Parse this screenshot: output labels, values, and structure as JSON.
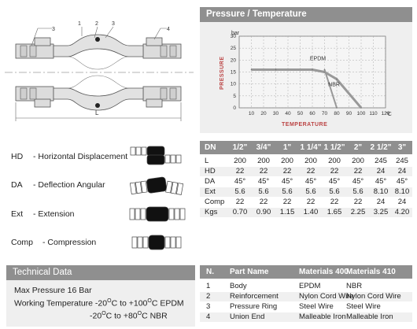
{
  "drawing": {
    "callouts": [
      "3",
      "1",
      "2",
      "3",
      "4"
    ],
    "length_label": "L"
  },
  "pressure_temperature": {
    "title": "Pressure / Temperature",
    "y_unit": "bar",
    "y_axis_label": "PRESSURE",
    "x_axis_label": "TEMPERATURE",
    "x_unit": "°C",
    "chart_data": {
      "type": "line",
      "xlabel": "TEMPERATURE",
      "ylabel": "PRESSURE",
      "x_ticks": [
        10,
        20,
        30,
        40,
        50,
        60,
        70,
        80,
        90,
        100,
        110,
        120
      ],
      "y_ticks": [
        0,
        5,
        10,
        15,
        20,
        25,
        30
      ],
      "xlim": [
        10,
        120
      ],
      "ylim": [
        0,
        30
      ],
      "grid": true,
      "series": [
        {
          "name": "EPDM",
          "x": [
            10,
            30,
            60,
            70,
            80,
            100
          ],
          "y": [
            16,
            16,
            16,
            15,
            12,
            0
          ]
        },
        {
          "name": "NBR",
          "x": [
            70,
            80
          ],
          "y": [
            16,
            0
          ]
        }
      ]
    }
  },
  "movements": [
    {
      "code": "HD",
      "description": "- Horizontal Displacement"
    },
    {
      "code": "DA",
      "description": "- Deflection Angular"
    },
    {
      "code": "Ext",
      "description": "- Extension"
    },
    {
      "code": "Comp",
      "description": "- Compression"
    }
  ],
  "technical_data": {
    "title": "Technical Data",
    "max_pressure": "Max Pressure 16 Bar",
    "working_temp_label": "Working Temperature",
    "epdm_range": "-20",
    "epdm_sup1": "O",
    "epdm_mid": "C to +100",
    "epdm_sup2": "O",
    "epdm_end": "C  EPDM",
    "nbr_range": "-20",
    "nbr_sup1": "O",
    "nbr_mid": "C to +80",
    "nbr_sup2": "O",
    "nbr_end": "C   NBR"
  },
  "size_table": {
    "headers": [
      "DN",
      "1/2\"",
      "3/4\"",
      "1\"",
      "1 1/4\"",
      "1 1/2\"",
      "2\"",
      "2 1/2\"",
      "3\""
    ],
    "rows": [
      [
        "L",
        "200",
        "200",
        "200",
        "200",
        "200",
        "200",
        "245",
        "245"
      ],
      [
        "HD",
        "22",
        "22",
        "22",
        "22",
        "22",
        "22",
        "24",
        "24"
      ],
      [
        "DA",
        "45°",
        "45°",
        "45°",
        "45°",
        "45°",
        "45°",
        "45°",
        "45°"
      ],
      [
        "Ext",
        "5.6",
        "5.6",
        "5.6",
        "5.6",
        "5.6",
        "5.6",
        "8.10",
        "8.10"
      ],
      [
        "Comp",
        "22",
        "22",
        "22",
        "22",
        "22",
        "22",
        "24",
        "24"
      ],
      [
        "Kgs",
        "0.70",
        "0.90",
        "1.15",
        "1.40",
        "1.65",
        "2.25",
        "3.25",
        "4.20"
      ]
    ]
  },
  "parts_table": {
    "headers": [
      "N.",
      "Part Name",
      "Materials 400",
      "Materials 410"
    ],
    "rows": [
      [
        "1",
        "Body",
        "EPDM",
        "NBR"
      ],
      [
        "2",
        "Reinforcement",
        "Nylon Cord Wire",
        "Nylon Cord Wire"
      ],
      [
        "3",
        "Pressure Ring",
        "Steel Wire",
        "Steel Wire"
      ],
      [
        "4",
        "Union End",
        "Malleable Iron",
        "Malleable Iron"
      ]
    ]
  }
}
